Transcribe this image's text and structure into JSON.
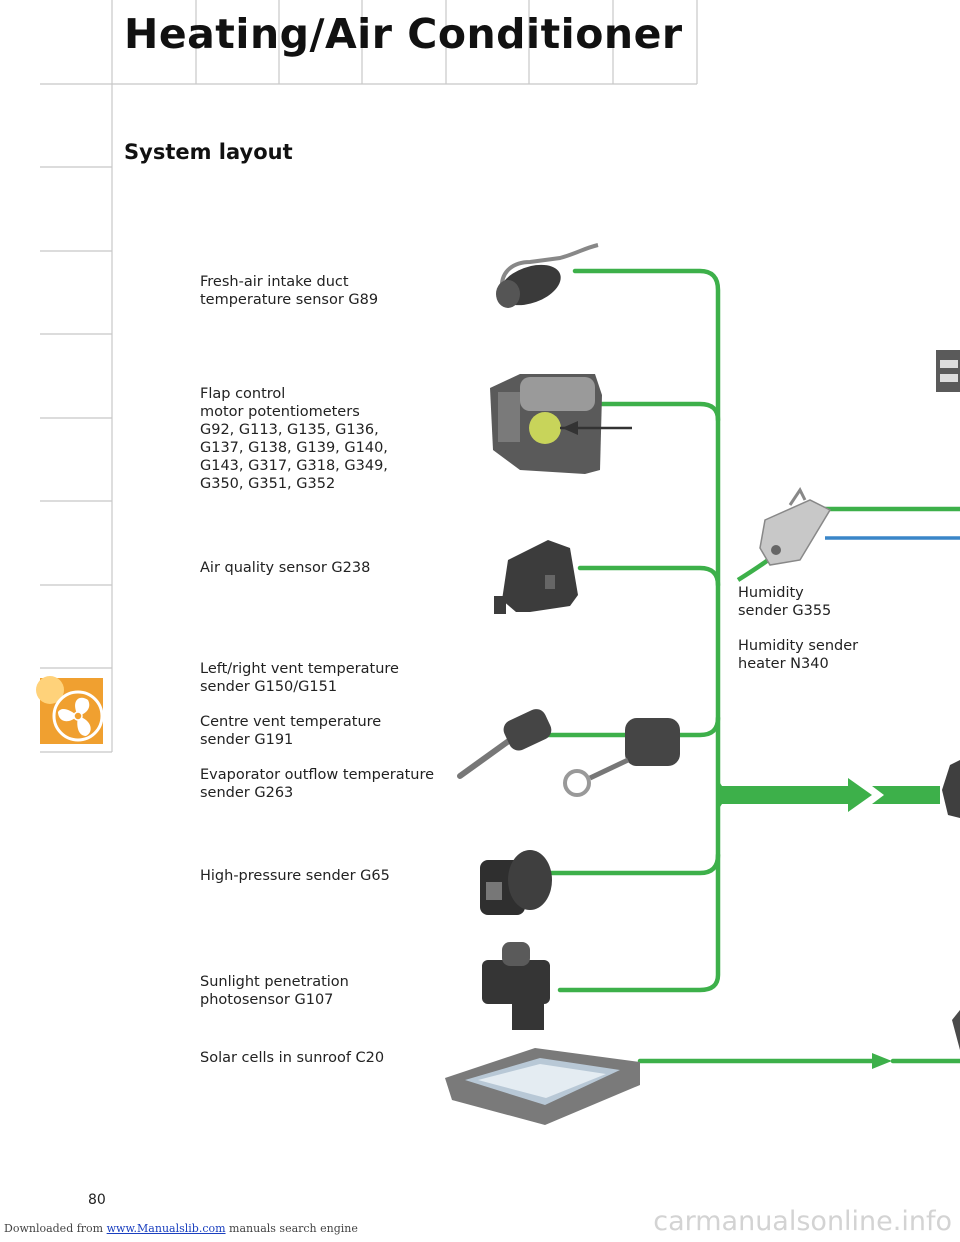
{
  "header": {
    "title": "Heating/Air Conditioner"
  },
  "section": {
    "subtitle": "System layout"
  },
  "components": [
    {
      "id": "g89",
      "lines": [
        "Fresh-air intake duct",
        "temperature sensor G89"
      ]
    },
    {
      "id": "flap",
      "lines": [
        "Flap control",
        "motor potentiometers",
        "G92, G113, G135, G136,",
        "G137, G138, G139, G140,",
        "G143, G317, G318, G349,",
        "G350, G351, G352"
      ]
    },
    {
      "id": "g238",
      "lines": [
        "Air quality sensor G238"
      ]
    },
    {
      "id": "vent",
      "lines": [
        "Left/right vent temperature",
        "sender G150/G151",
        "",
        "Centre vent temperature",
        "sender G191",
        "",
        "Evaporator outflow temperature",
        "sender G263"
      ]
    },
    {
      "id": "g65",
      "lines": [
        "High-pressure sender G65"
      ]
    },
    {
      "id": "g107",
      "lines": [
        "Sunlight penetration",
        "photosensor G107"
      ]
    },
    {
      "id": "c20",
      "lines": [
        "Solar cells in sunroof C20"
      ]
    },
    {
      "id": "humidity",
      "lines": [
        "Humidity",
        "sender G355",
        "",
        "Humidity sender",
        "heater N340"
      ]
    }
  ],
  "colors": {
    "bus_green": "#3db04a",
    "link_blue": "#3a86c8",
    "tab_orange": "#f0a030"
  },
  "page": {
    "number": "80"
  },
  "footer": {
    "prefix": "Downloaded from ",
    "link_text": "www.Manualslib.com",
    "suffix": " manuals search engine"
  },
  "watermark": "carmanualsonline.info"
}
